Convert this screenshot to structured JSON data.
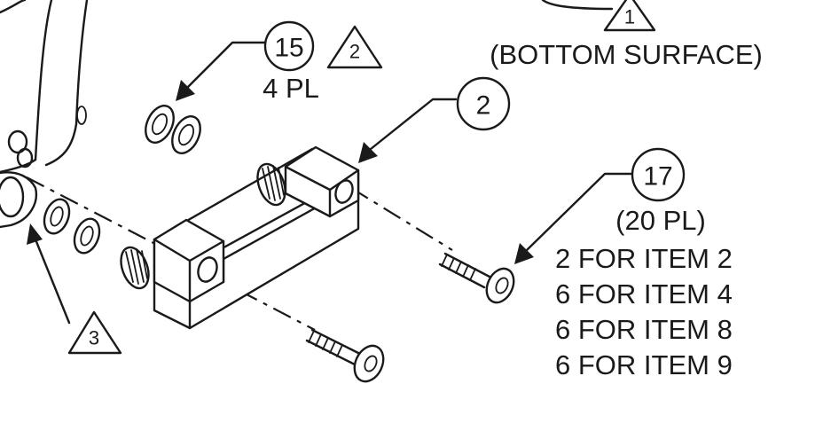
{
  "callouts": {
    "item_15": {
      "number": "15",
      "qty": "4 PL"
    },
    "item_2": {
      "number": "2"
    },
    "item_17": {
      "number": "17",
      "qty": "(20 PL)",
      "lines": [
        "2 FOR ITEM 2",
        "6 FOR ITEM 4",
        "6 FOR ITEM 8",
        "6 FOR ITEM 9"
      ]
    }
  },
  "flag_notes": {
    "note_1": {
      "number": "1",
      "label": "(BOTTOM SURFACE)"
    },
    "note_2": {
      "number": "2"
    },
    "note_3": {
      "number": "3"
    }
  },
  "colors": {
    "ink": "#1a1a1a",
    "paper": "#ffffff"
  }
}
